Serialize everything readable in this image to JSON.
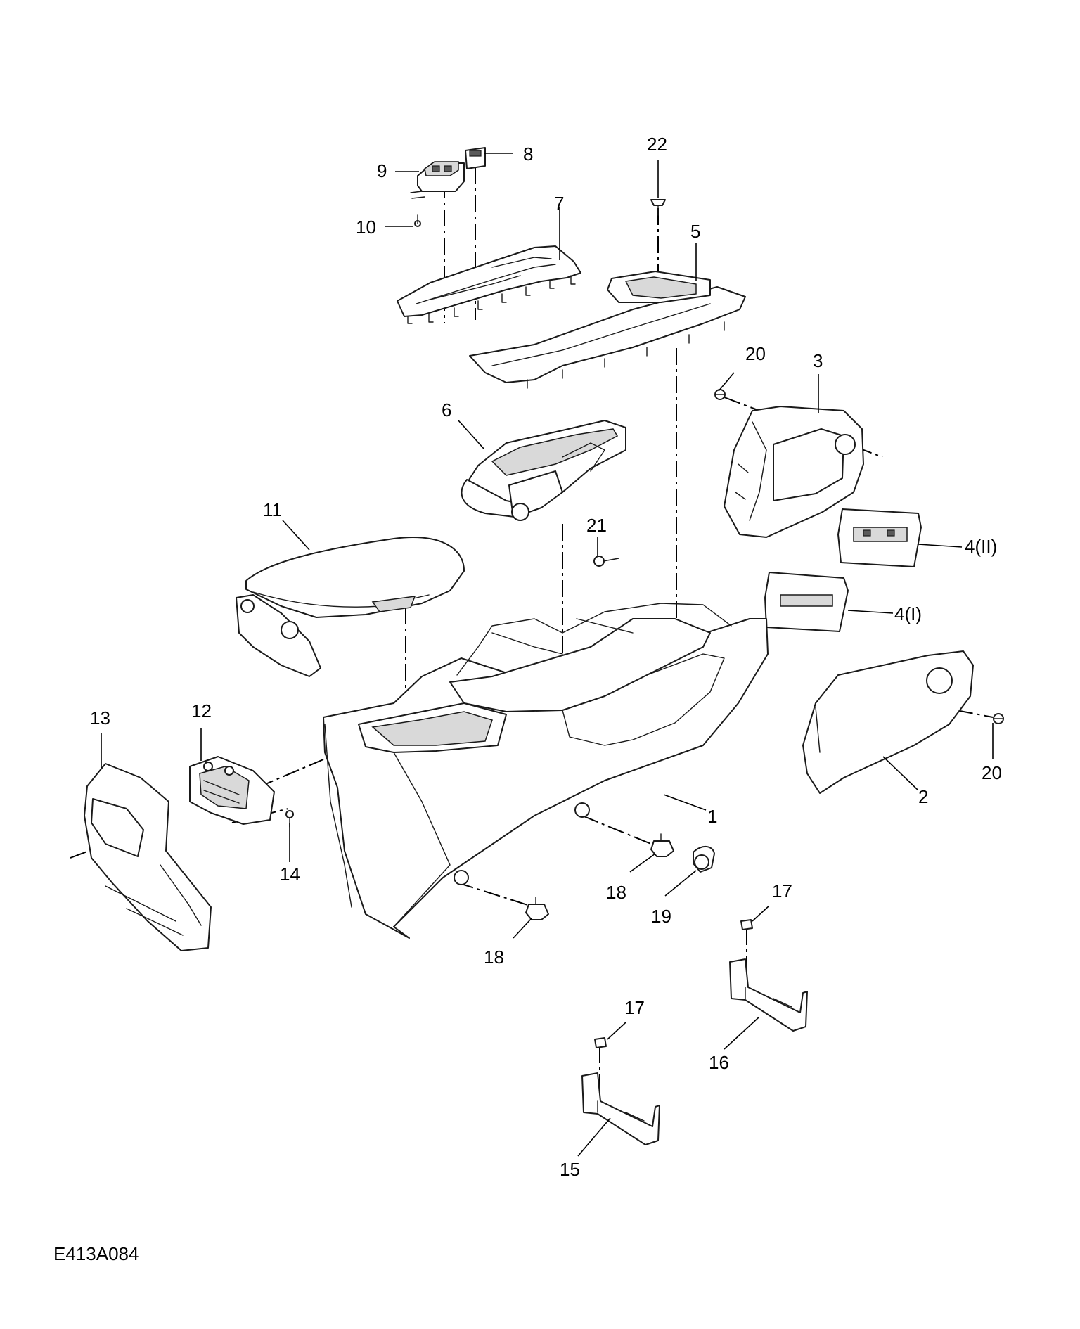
{
  "figure": {
    "reference_code": "E413A084"
  },
  "callouts": [
    {
      "id": "c1",
      "label": "1"
    },
    {
      "id": "c2",
      "label": "2"
    },
    {
      "id": "c3",
      "label": "3"
    },
    {
      "id": "c4a",
      "label": "4(II)"
    },
    {
      "id": "c4b",
      "label": "4(I)"
    },
    {
      "id": "c5",
      "label": "5"
    },
    {
      "id": "c6",
      "label": "6"
    },
    {
      "id": "c7",
      "label": "7"
    },
    {
      "id": "c8",
      "label": "8"
    },
    {
      "id": "c9",
      "label": "9"
    },
    {
      "id": "c10",
      "label": "10"
    },
    {
      "id": "c11",
      "label": "11"
    },
    {
      "id": "c12",
      "label": "12"
    },
    {
      "id": "c13",
      "label": "13"
    },
    {
      "id": "c14",
      "label": "14"
    },
    {
      "id": "c15",
      "label": "15"
    },
    {
      "id": "c16",
      "label": "16"
    },
    {
      "id": "c17a",
      "label": "17"
    },
    {
      "id": "c17b",
      "label": "17"
    },
    {
      "id": "c18a",
      "label": "18"
    },
    {
      "id": "c18b",
      "label": "18"
    },
    {
      "id": "c19",
      "label": "19"
    },
    {
      "id": "c20a",
      "label": "20"
    },
    {
      "id": "c20b",
      "label": "20"
    },
    {
      "id": "c21",
      "label": "21"
    },
    {
      "id": "c22",
      "label": "22"
    }
  ]
}
